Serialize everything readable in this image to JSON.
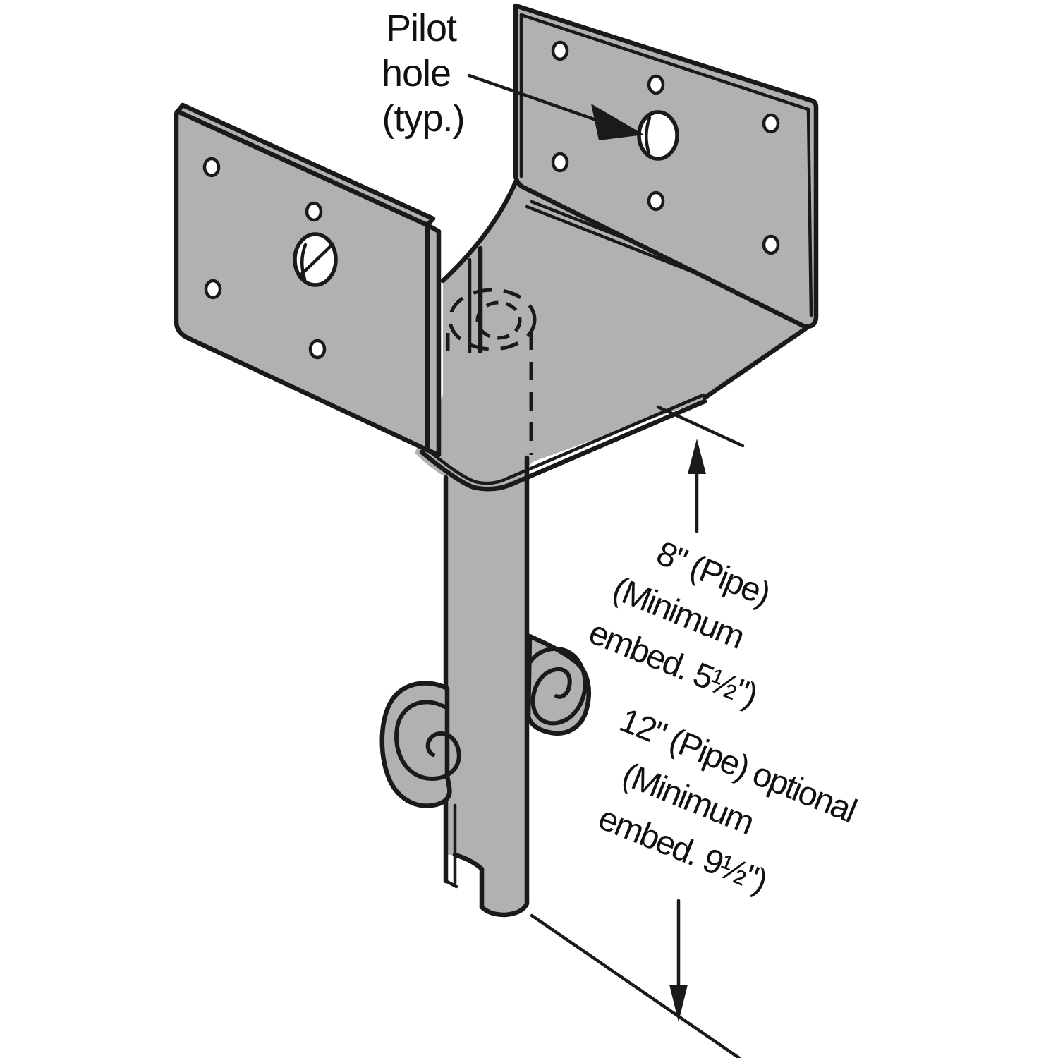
{
  "diagram": {
    "type": "technical-illustration",
    "subject": "Elevated post base bracket welded to embedded pipe",
    "labels": {
      "pilot_hole": {
        "line1": "Pilot",
        "line2": "hole",
        "line3": "(typ.)"
      },
      "dim_upper": {
        "line1": "8\" (Pipe)",
        "line2": "(Minimum",
        "line3": "embed. 5½\")"
      },
      "dim_lower": {
        "line1": "12\" (Pipe) optional",
        "line2": "(Minimum",
        "line3": "embed. 9½\")"
      }
    },
    "colors": {
      "steel": "#b1b1b3",
      "line": "#1a1a1a",
      "background": "#ffffff"
    }
  }
}
